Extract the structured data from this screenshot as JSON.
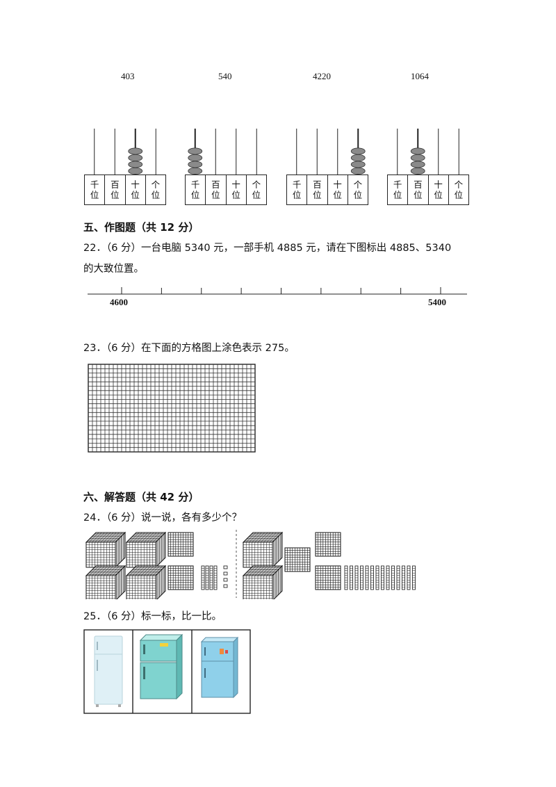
{
  "abacus_section": {
    "numbers": [
      "403",
      "540",
      "4220",
      "1064"
    ],
    "place_labels": [
      {
        "top": "千",
        "bottom": "位"
      },
      {
        "top": "百",
        "bottom": "位"
      },
      {
        "top": "十",
        "bottom": "位"
      },
      {
        "top": "个",
        "bottom": "位"
      }
    ],
    "bead_counts": [
      [
        0,
        0,
        4,
        0
      ],
      [
        4,
        0,
        0,
        0
      ],
      [
        0,
        0,
        0,
        4
      ],
      [
        0,
        4,
        0,
        0
      ]
    ],
    "bead_color": "#8a8a8a"
  },
  "section5": {
    "title": "五、作图题（共 12 分）",
    "q22": {
      "text_line1": "22．（6 分）一台电脑 5340 元，一部手机 4885 元，请在下图标出 4885、5340",
      "text_line2": "的大致位置。",
      "start_label": "4600",
      "end_label": "5400",
      "start_value": 4600,
      "end_value": 5400,
      "tick_step": 100
    },
    "q23": {
      "text": "23．（6 分）在下面的方格图上涂色表示 275。",
      "grid_columns": 40,
      "grid_rows": 20
    }
  },
  "section6": {
    "title": "六、解答题（共 42 分）",
    "q24": {
      "text": "24．（6 分）说一说，各有多少个？",
      "left_group": {
        "thousands": 4,
        "hundreds": 2,
        "tens": 4,
        "ones": 4
      },
      "right_group": {
        "thousands": 2,
        "hundreds": 3,
        "tens": 14,
        "ones": 0
      }
    },
    "q25": {
      "text": "25．（6 分）标一标，比一比。",
      "fridge_colors": [
        "#d8eef5",
        "#7fd3cf",
        "#8fd0ea"
      ]
    }
  }
}
